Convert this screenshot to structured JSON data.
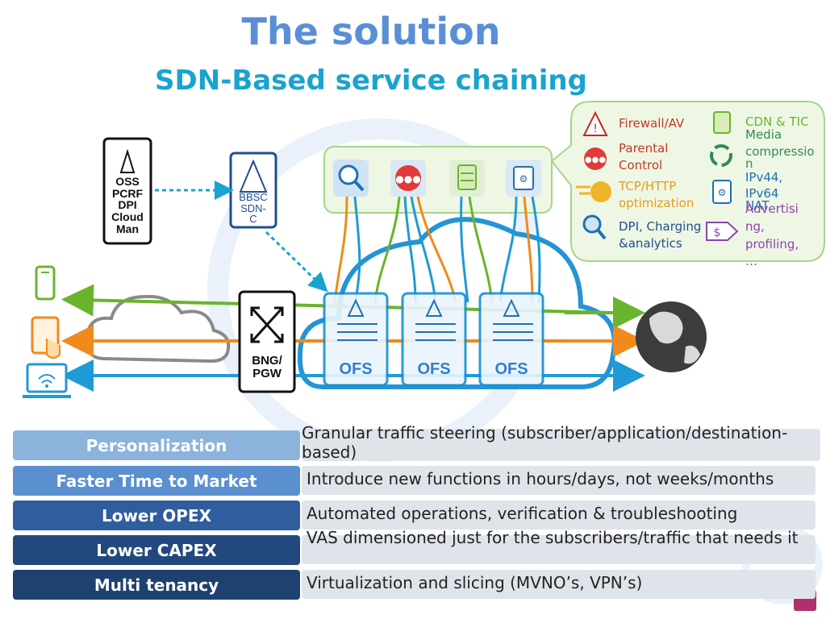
{
  "slide": {
    "title": "The solution",
    "subtitle": "SDN-Based service chaining"
  },
  "diagram": {
    "oss_box": {
      "lines": [
        "OSS",
        "PCRF",
        "DPI",
        "Cloud",
        "Man"
      ]
    },
    "bbsc_box": {
      "lines": [
        "BBSC",
        "SDN-",
        "C"
      ]
    },
    "bng_box": {
      "lines": [
        "BNG/",
        "PGW"
      ]
    },
    "ofs_labels": [
      "OFS",
      "OFS",
      "OFS"
    ],
    "functions_left": {
      "firewall": "Firewall/AV",
      "parental": [
        "Parental",
        "Control"
      ],
      "tcp": [
        "TCP/HTTP",
        "optimization"
      ],
      "dpi": [
        "DPI, Charging",
        "&analytics"
      ]
    },
    "functions_right": {
      "cdn": "CDN & TIC",
      "media": [
        "Media",
        "compressio",
        "n"
      ],
      "ipv": [
        "IPv44,",
        "IPv64",
        "NAT"
      ],
      "advert": [
        "Advertisi",
        "ng,",
        "profiling,",
        "…"
      ]
    },
    "colors": {
      "green_flow": "#6ab42d",
      "orange_flow": "#f08a1c",
      "blue_flow": "#1f9ad6",
      "cloud_border": "#1a8fd2",
      "accent": "#5a8fd6"
    }
  },
  "benefits": [
    {
      "label": "Personalization",
      "description": "Granular traffic steering (subscriber/application/destination-based)",
      "color": "#8cb3dc"
    },
    {
      "label": "Faster Time to Market",
      "description": "Introduce new functions in hours/days, not weeks/months",
      "color": "#5a8fd0"
    },
    {
      "label": "Lower OPEX",
      "description": "Automated operations, verification & troubleshooting",
      "color": "#2f5d9e"
    },
    {
      "label": "Lower CAPEX",
      "description": "VAS dimensioned just for the subscribers/traffic that needs it",
      "color": "#22497e"
    },
    {
      "label": "Multi tenancy",
      "description": "Virtualization and slicing (MVNO’s, VPN’s)",
      "color": "#1d4270"
    }
  ]
}
